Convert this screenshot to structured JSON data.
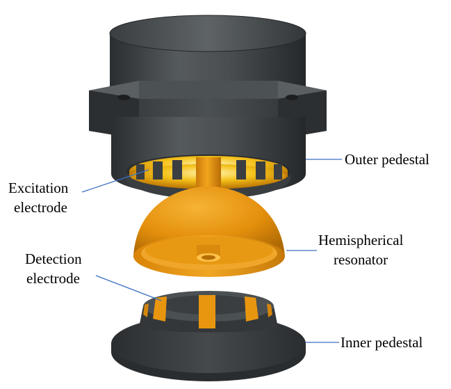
{
  "labels": {
    "outer_pedestal": "Outer pedestal",
    "excitation_electrode_line1": "Excitation",
    "excitation_electrode_line2": "electrode",
    "hemispherical_resonator_line1": "Hemispherical",
    "hemispherical_resonator_line2": "resonator",
    "detection_electrode_line1": "Detection",
    "detection_electrode_line2": "electrode",
    "inner_pedestal": "Inner pedestal"
  },
  "colors": {
    "pedestal_body": "#3f4346",
    "resonator": "#e8960f",
    "leader_line": "#3a6fc4",
    "text": "#000000"
  }
}
